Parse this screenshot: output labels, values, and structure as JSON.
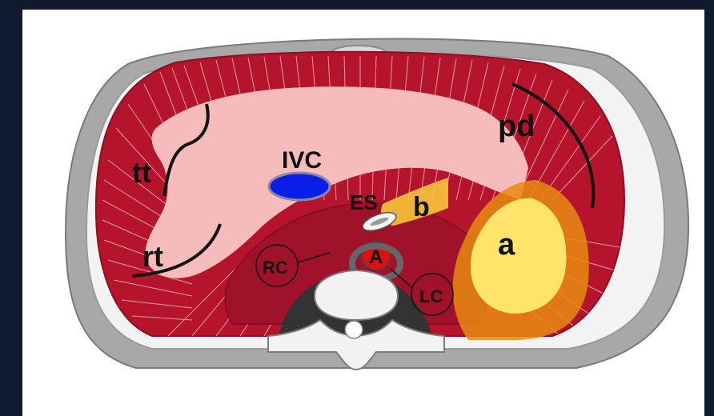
{
  "labels": {
    "ivc": "IVC",
    "es": "ES",
    "b": "b",
    "a": "a",
    "tt": "tt",
    "rt": "rt",
    "pd": "pd",
    "rc": "RC",
    "lc": "LC",
    "aorta": "A"
  },
  "colors": {
    "background": "#0f1a2e",
    "panel": "#ffffff",
    "body_wall": "#a8a8a8",
    "fat": "#f3f3f3",
    "muscle": "#b5142c",
    "liver_pink": "#f6bcbc",
    "ivc_blue": "#0a1fe6",
    "aorta_red": "#e01010",
    "zone_a_yellow": "#ffe36a",
    "zone_orange": "#e88a10",
    "bone_dark": "#333333",
    "vertebra": "#f2f2f2"
  }
}
